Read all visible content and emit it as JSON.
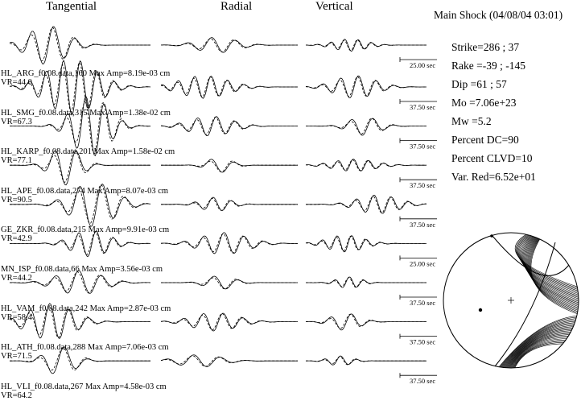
{
  "columns": [
    "Tangential",
    "Radial",
    "Vertical"
  ],
  "title": "Main Shock (04/08/04 03:01)",
  "parameters": [
    "Strike=286 ; 37",
    "Rake =-39 ; -145",
    "Dip =61 ; 57",
    "Mo =7.06e+23",
    "Mw =5.2",
    "Percent DC=90",
    "Percent CLVD=10",
    "Var. Red=6.52e+01"
  ],
  "scale_labels": [
    "25.00 sec",
    "37.50 sec",
    "37.50 sec",
    "37.50 sec",
    "37.50 sec",
    "25.00 sec",
    "37.50 sec",
    "37.50 sec",
    "37.50 sec"
  ],
  "stations": [
    {
      "label": "HL_ARG_f0.08.data,160  Max Amp=8.19e-03 cm",
      "vr": "VR=44.0",
      "amp": 0.8
    },
    {
      "label": "HL_SMG_f0.08.data,315  Max Amp=1.38e-02 cm",
      "vr": "VR=67.3",
      "amp": 1.38
    },
    {
      "label": "HL_KARP_f0.08.data,201  Max Amp=1.58e-02 cm",
      "vr": "VR=77.1",
      "amp": 1.58
    },
    {
      "label": "HL_APE_f0.08.data,274  Max Amp=8.07e-03 cm",
      "vr": "VR=90.5",
      "amp": 0.81
    },
    {
      "label": "GE_ZKR_f0.08.data,215  Max Amp=9.91e-03 cm",
      "vr": "VR=42.9",
      "amp": 0.99
    },
    {
      "label": "MN_ISP_f0.08.data,66  Max Amp=3.56e-03 cm",
      "vr": "VR=44.2",
      "amp": 0.36
    },
    {
      "label": "HL_VAM_f0.08.data,242  Max Amp=2.87e-03 cm",
      "vr": "VR=58.4",
      "amp": 0.29
    },
    {
      "label": "HL_ATH_f0.08.data,288  Max Amp=7.06e-03 cm",
      "vr": "VR=71.5",
      "amp": 0.71
    },
    {
      "label": "HL_VLI_f0.08.data,267  Max Amp=4.58e-03 cm",
      "vr": "VR=64.2",
      "amp": 0.46
    }
  ],
  "beachball": {
    "nodal_plane_1": {
      "strike": 286,
      "dip": 61
    },
    "nodal_plane_2": {
      "strike": 37,
      "dip": 57
    }
  }
}
